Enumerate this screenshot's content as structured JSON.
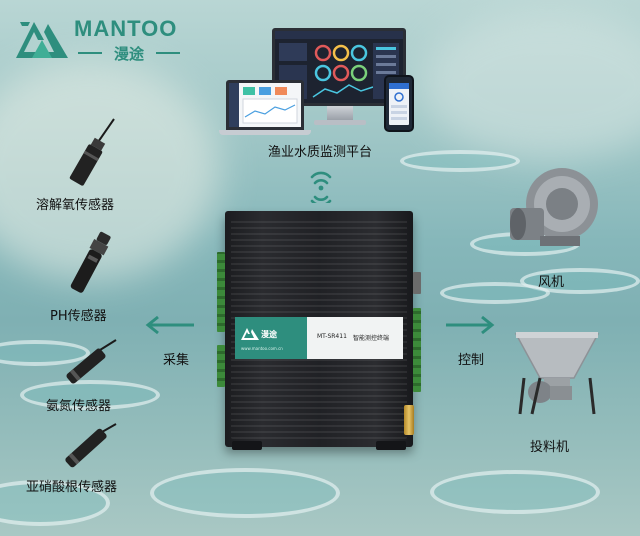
{
  "logo": {
    "brand": "MANTOO",
    "brand_cn": "漫途"
  },
  "platform": {
    "label": "渔业水质监测平台"
  },
  "controller": {
    "brand": "漫途",
    "url": "www.mantoo.com.cn",
    "model": "MT-SR411",
    "name": "智能测控终端"
  },
  "arrows": {
    "collect": "采集",
    "control": "控制"
  },
  "sensors": [
    {
      "label": "溶解氧传感器"
    },
    {
      "label": "PH传感器"
    },
    {
      "label": "氨氮传感器"
    },
    {
      "label": "亚硝酸根传感器"
    }
  ],
  "actuators": [
    {
      "label": "风机"
    },
    {
      "label": "投料机"
    }
  ],
  "colors": {
    "brand": "#2e8e7e",
    "text": "#111111"
  }
}
